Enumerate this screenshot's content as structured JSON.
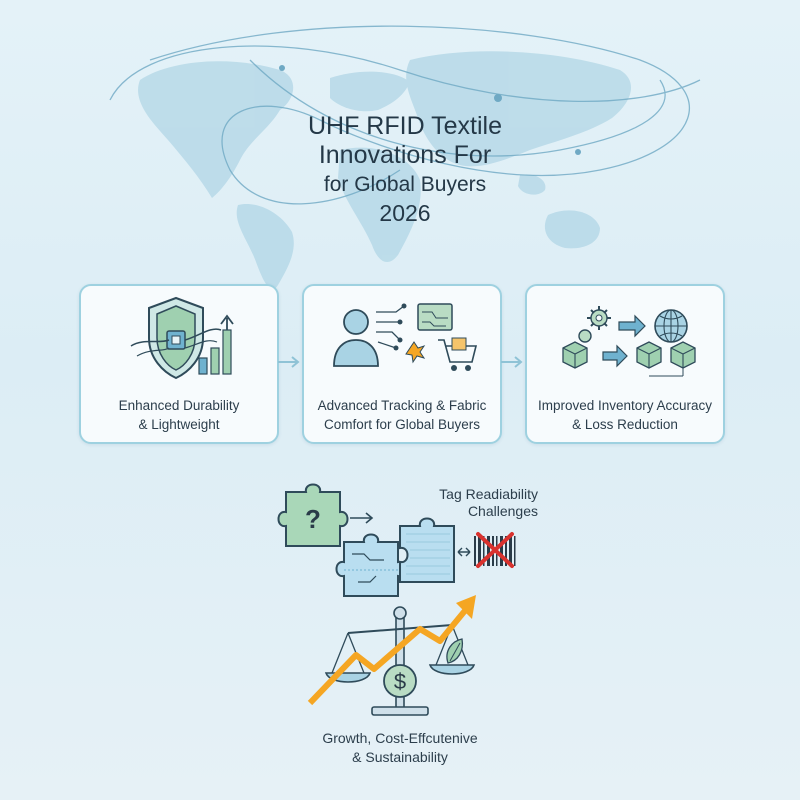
{
  "title": {
    "line1": "UHF RFID Textile",
    "line2": "Innovations For",
    "line3": "for Global Buyers",
    "line4": "2026"
  },
  "cards": [
    {
      "label_line1": "Enhanced Durability",
      "label_line2": "& Lightweight",
      "icon": "shield-chip-growth-icon"
    },
    {
      "label_line1": "Advanced Tracking & Fabric",
      "label_line2": "Comfort for Global Buyers",
      "icon": "person-circuit-cart-icon"
    },
    {
      "label_line1": "Improved Inventory Accuracy",
      "label_line2": "& Loss Reduction",
      "icon": "gears-cubes-globe-icon"
    }
  ],
  "challenge": {
    "label_line1": "Tag Readiability",
    "label_line2": "Challenges",
    "question_mark": "?"
  },
  "growth": {
    "label_line1": "Growth, Cost-Effcutenive",
    "label_line2": "& Sustainability",
    "currency_symbol": "$"
  },
  "colors": {
    "accent_blue": "#6fb2cf",
    "accent_green": "#9fd0b0",
    "orange": "#f5a623",
    "card_border": "#9ed1e0",
    "red_cross": "#d9322e"
  }
}
